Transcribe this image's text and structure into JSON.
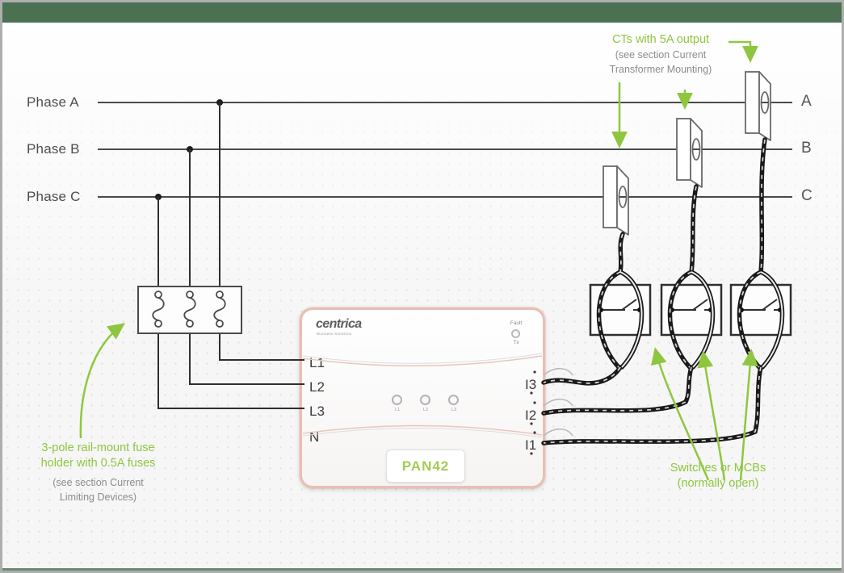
{
  "frame": {
    "top_bar_color": "#4b7152",
    "bottom_bar_color": "#6e8a70"
  },
  "colors": {
    "annotation_green": "#8fc640",
    "note_gray": "#8c8c8c",
    "wire_gray": "#4a4a4a",
    "device_border_salmon": "#e9bfb2",
    "model_green": "#a3cc52"
  },
  "phases": {
    "left_labels": [
      "Phase A",
      "Phase B",
      "Phase C"
    ],
    "right_labels": [
      "A",
      "B",
      "C"
    ]
  },
  "annotations": {
    "ct": {
      "title": "CTs with 5A output",
      "note_line1": "(see section Current",
      "note_line2": "Transformer Mounting)"
    },
    "fuse": {
      "title_line1": "3-pole rail-mount fuse",
      "title_line2": "holder with 0.5A fuses",
      "note_line1": "(see section Current",
      "note_line2": "Limiting Devices)"
    },
    "switches": {
      "title": "Switches or MCBs",
      "subtitle": "(normally open)"
    }
  },
  "device": {
    "brand": "centrica",
    "brand_tagline": "Business Solutions",
    "model": "PAN42",
    "status": {
      "fault_label": "Fault",
      "tx_label": "Tx"
    },
    "left_terminals": [
      "L1",
      "L2",
      "L3",
      "N"
    ],
    "right_terminals": [
      "I3",
      "I2",
      "I1"
    ],
    "led_labels": [
      "L1",
      "L2",
      "L3"
    ]
  }
}
